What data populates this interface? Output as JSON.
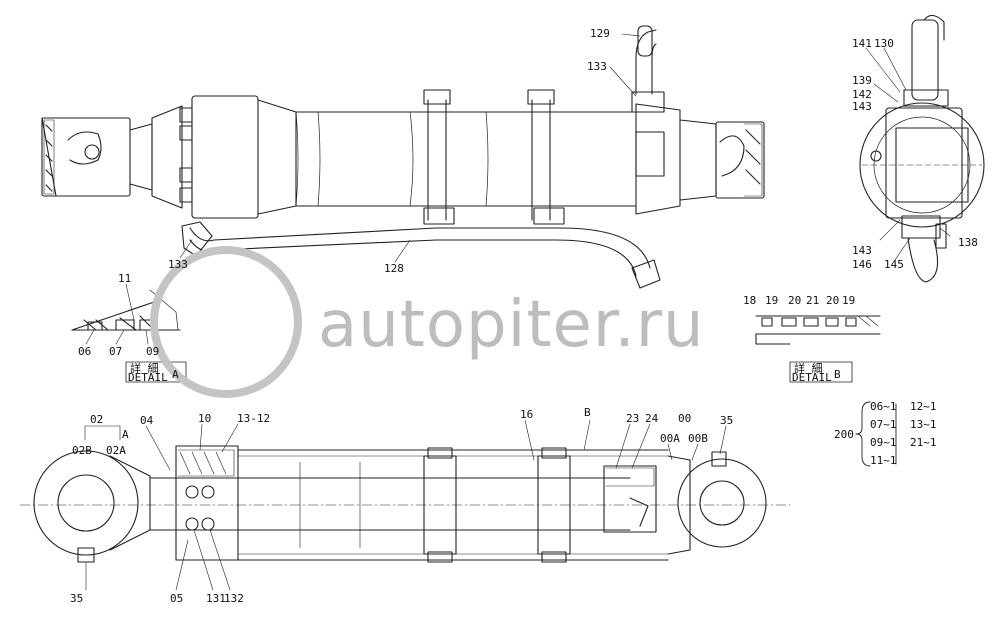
{
  "watermark": {
    "text": "autopiter.ru"
  },
  "top_view": {
    "labels": [
      "129",
      "133",
      "133",
      "128"
    ]
  },
  "end_view": {
    "labels": [
      "141",
      "130",
      "139",
      "142",
      "143",
      "143",
      "146",
      "145",
      "138"
    ]
  },
  "detail_a": {
    "labels": [
      "11",
      "06",
      "07",
      "09"
    ],
    "caption_cjk": "詳 細",
    "caption": "DETAIL",
    "letter": "A"
  },
  "detail_b": {
    "labels": [
      "18",
      "19",
      "20",
      "21",
      "20",
      "19"
    ],
    "caption_cjk": "詳 細",
    "caption": "DETAIL",
    "letter": "B"
  },
  "section_view": {
    "labels": [
      "02",
      "02B",
      "02A",
      "A",
      "04",
      "10",
      "13-12",
      "16",
      "B",
      "23",
      "24",
      "00",
      "00A",
      "00B",
      "35",
      "35",
      "05",
      "131",
      "132"
    ]
  },
  "assembly_table": {
    "main": "200",
    "col1": [
      "06~1",
      "07~1",
      "09~1",
      "11~1"
    ],
    "col2": [
      "12~1",
      "13~1",
      "21~1"
    ]
  }
}
